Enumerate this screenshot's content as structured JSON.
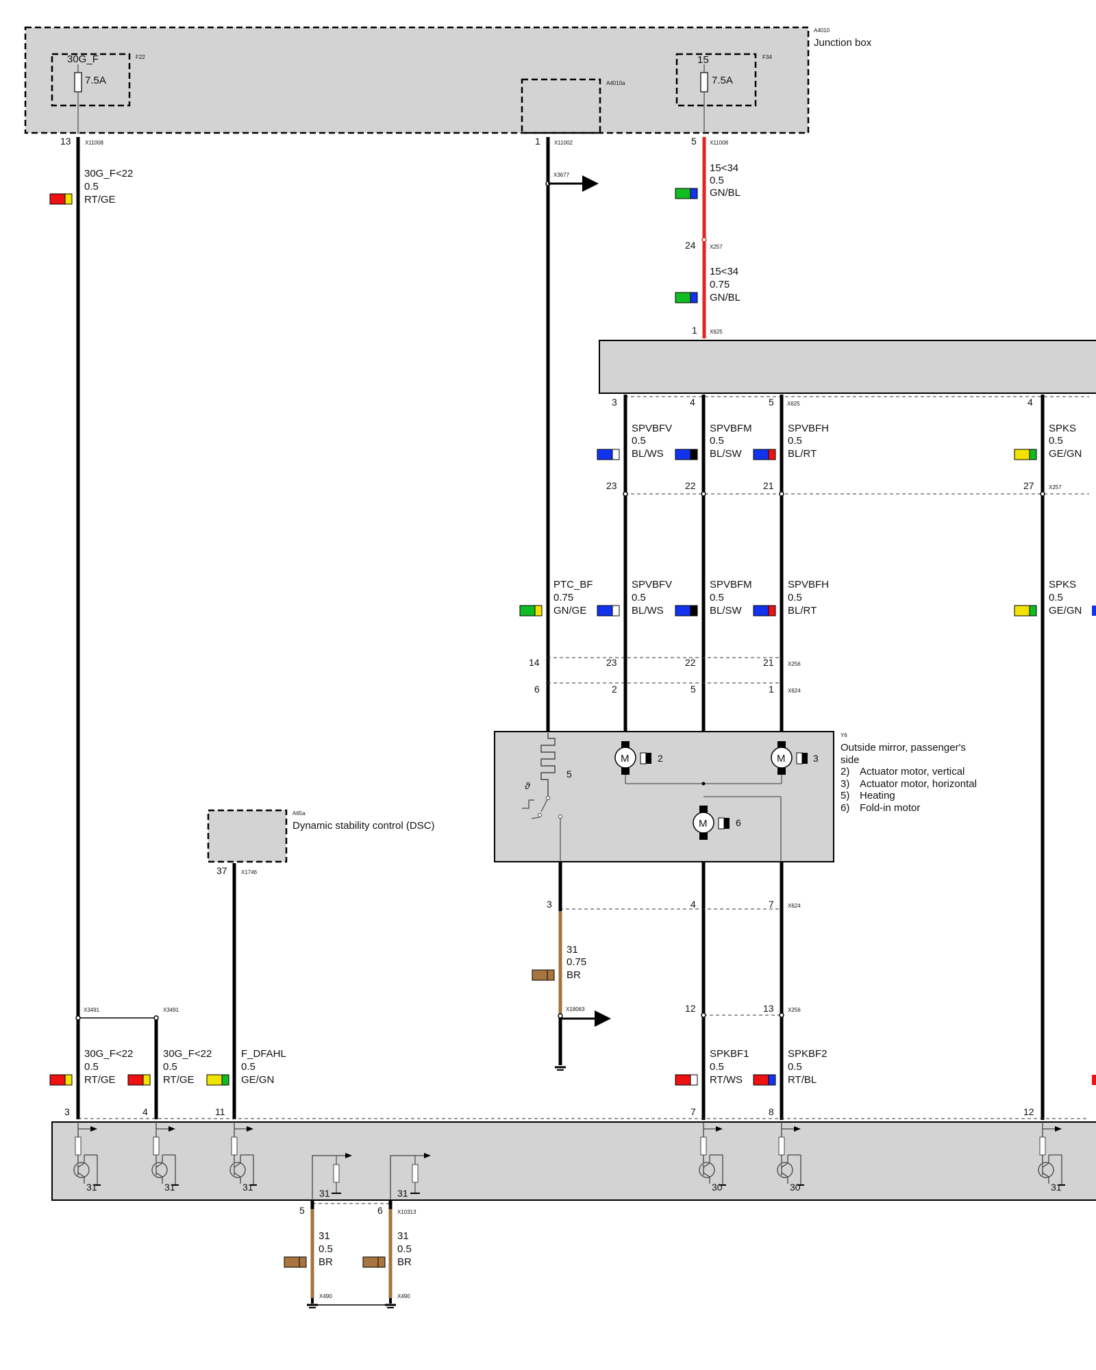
{
  "colors": {
    "RT": "#ee1111",
    "GE": "#f2e200",
    "GN": "#11bb22",
    "BL": "#1133ee",
    "WS": "#ffffff",
    "SW": "#000000",
    "BR": "#a87540",
    "wire_red": "#e52222",
    "wire_brown": "#a0743c",
    "component_fill": "#d3d3d3"
  },
  "components": {
    "junction_box": {
      "id": "A4010",
      "name": "Junction box"
    },
    "fuse_f22": {
      "id": "F22",
      "terminal": "30G_F",
      "rating": "7.5A"
    },
    "fuse_f34": {
      "id": "F34",
      "terminal": "15",
      "rating": "7.5A"
    },
    "sub_a4010a": {
      "id": "A4010a"
    },
    "mirror": {
      "id": "Y6",
      "name_line1": "Outside mirror, passenger's",
      "name_line2": "side",
      "items": [
        {
          "num": "2)",
          "text": "Actuator motor, vertical"
        },
        {
          "num": "3)",
          "text": "Actuator motor, horizontal"
        },
        {
          "num": "5)",
          "text": "Heating"
        },
        {
          "num": "6)",
          "text": "Fold-in motor"
        }
      ],
      "mark_heating": "5",
      "mark_vert": "2",
      "mark_horiz": "3",
      "mark_fold": "6",
      "theta": "ϑ",
      "motor": "M"
    },
    "dsc": {
      "id": "A65a",
      "name": "Dynamic stability control (DSC)"
    }
  },
  "connectors": {
    "x11008a": "X11008",
    "x11002": "X11002",
    "x11008b": "X11008",
    "x3677": "X3677",
    "x257a": "X257",
    "x625a": "X625",
    "x625b": "X625",
    "x257b": "X257",
    "x256a": "X256",
    "x624a": "X624",
    "x624b": "X624",
    "x18063": "X18063",
    "x256b": "X256",
    "x3491a": "X3491",
    "x3491b": "X3491",
    "x1746": "X1746",
    "x10313": "X10313",
    "x490a": "X490",
    "x490b": "X490"
  },
  "pins": {
    "p13": "13",
    "p1a": "1",
    "p5a": "5",
    "p24": "24",
    "p1b": "1",
    "p3a": "3",
    "p4a": "4",
    "p5b": "5",
    "p4b": "4",
    "p23a": "23",
    "p22a": "22",
    "p21a": "21",
    "p27": "27",
    "p14": "14",
    "p23b": "23",
    "p22b": "22",
    "p21b": "21",
    "p6": "6",
    "p2": "2",
    "p5c": "5",
    "p1c": "1",
    "p3b": "3",
    "p4c": "4",
    "p7": "7",
    "p37": "37",
    "p12a": "12",
    "p13b": "13",
    "m3": "3",
    "m4": "4",
    "m11": "11",
    "m7": "7",
    "m8": "8",
    "m12": "12",
    "m5": "5",
    "m6": "6"
  },
  "wires": {
    "w_30g": {
      "name": "30G_F<22",
      "size": "0.5",
      "color": "RT/GE",
      "c1": "RT",
      "c2": "GE"
    },
    "w_15a": {
      "name": "15<34",
      "size": "0.5",
      "color": "GN/BL",
      "c1": "GN",
      "c2": "BL"
    },
    "w_15b": {
      "name": "15<34",
      "size": "0.75",
      "color": "GN/BL",
      "c1": "GN",
      "c2": "BL"
    },
    "w_spvbfv_a": {
      "name": "SPVBFV",
      "size": "0.5",
      "color": "BL/WS",
      "c1": "BL",
      "c2": "WS"
    },
    "w_spvbfm_a": {
      "name": "SPVBFM",
      "size": "0.5",
      "color": "BL/SW",
      "c1": "BL",
      "c2": "SW"
    },
    "w_spvbfh_a": {
      "name": "SPVBFH",
      "size": "0.5",
      "color": "BL/RT",
      "c1": "BL",
      "c2": "RT"
    },
    "w_spks_a": {
      "name": "SPKS",
      "size": "0.5",
      "color": "GE/GN",
      "c1": "GE",
      "c2": "GN"
    },
    "w_ptc": {
      "name": "PTC_BF",
      "size": "0.75",
      "color": "GN/GE",
      "c1": "GN",
      "c2": "GE"
    },
    "w_spvbfv_b": {
      "name": "SPVBFV",
      "size": "0.5",
      "color": "BL/WS",
      "c1": "BL",
      "c2": "WS"
    },
    "w_spvbfm_b": {
      "name": "SPVBFM",
      "size": "0.5",
      "color": "BL/SW",
      "c1": "BL",
      "c2": "SW"
    },
    "w_spvbfh_b": {
      "name": "SPVBFH",
      "size": "0.5",
      "color": "BL/RT",
      "c1": "BL",
      "c2": "RT"
    },
    "w_spks_b": {
      "name": "SPKS",
      "size": "0.5",
      "color": "GE/GN",
      "c1": "GE",
      "c2": "GN"
    },
    "w_gnd_mirror": {
      "name": "31",
      "size": "0.75",
      "color": "BR",
      "c1": "BR",
      "c2": "BR"
    },
    "w_30g_b1": {
      "name": "30G_F<22",
      "size": "0.5",
      "color": "RT/GE",
      "c1": "RT",
      "c2": "GE"
    },
    "w_30g_b2": {
      "name": "30G_F<22",
      "size": "0.5",
      "color": "RT/GE",
      "c1": "RT",
      "c2": "GE"
    },
    "w_fdfahl": {
      "name": "F_DFAHL",
      "size": "0.5",
      "color": "GE/GN",
      "c1": "GE",
      "c2": "GN"
    },
    "w_spkbf1": {
      "name": "SPKBF1",
      "size": "0.5",
      "color": "RT/WS",
      "c1": "RT",
      "c2": "WS"
    },
    "w_spkbf2": {
      "name": "SPKBF2",
      "size": "0.5",
      "color": "RT/BL",
      "c1": "RT",
      "c2": "BL"
    },
    "w_gnd5": {
      "name": "31",
      "size": "0.5",
      "color": "BR",
      "c1": "BR",
      "c2": "BR"
    },
    "w_gnd6": {
      "name": "31",
      "size": "0.5",
      "color": "BR",
      "c1": "BR",
      "c2": "BR"
    }
  },
  "module_terminals": {
    "t1": "31",
    "t2": "31",
    "t3": "31",
    "t4": "31",
    "t5": "31",
    "t6": "30",
    "t7": "30",
    "t8": "31"
  }
}
